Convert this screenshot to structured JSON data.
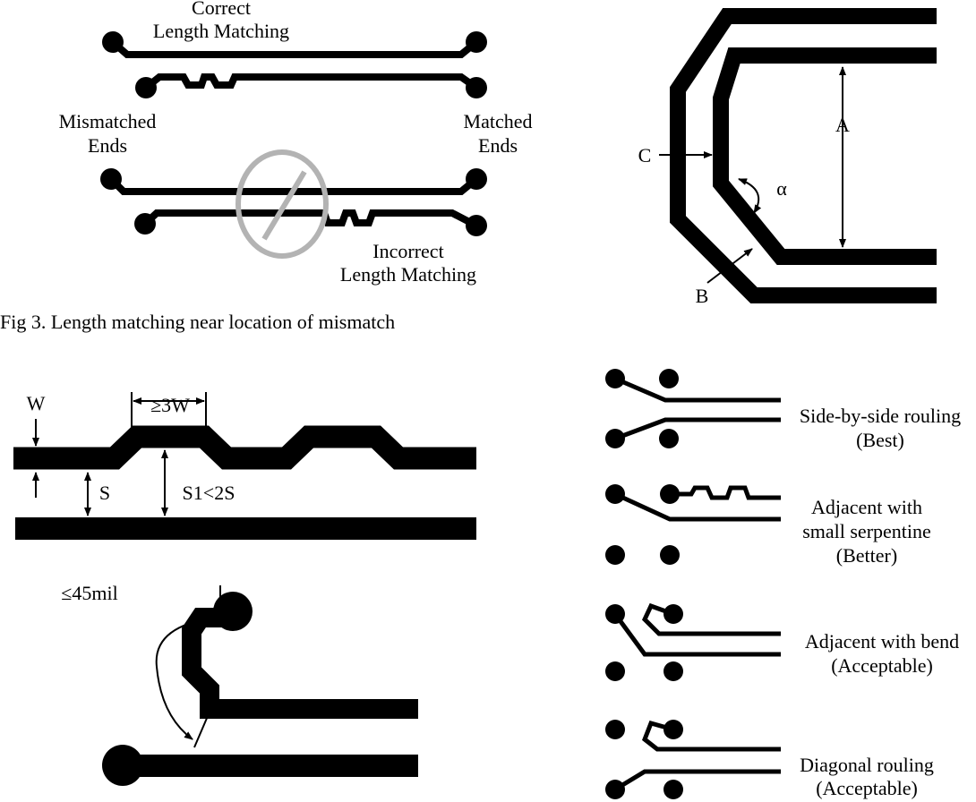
{
  "fig3": {
    "correct_line1": "Correct",
    "correct_line2": "Length Matching",
    "mismatched_line1": "Mismatched",
    "mismatched_line2": "Ends",
    "matched_line1": "Matched",
    "matched_line2": "Ends",
    "incorrect_line1": "Incorrect",
    "incorrect_line2": "Length Matching",
    "caption": "Fig 3. Length matching near location of mismatch",
    "prohibit_color": "#b3b3b3"
  },
  "bend": {
    "label_a": "A",
    "label_b": "B",
    "label_c": "C",
    "label_alpha": "α"
  },
  "serpentine": {
    "label_3w": "≥3W",
    "label_w": "W",
    "label_s": "S",
    "label_s1": "S1<2S"
  },
  "pad_bend": {
    "label_45mil": "≤45mil"
  },
  "routing": [
    {
      "lines": [
        "Side-by-side rouling",
        "(Best)"
      ]
    },
    {
      "lines": [
        "Adjacent with",
        "small serpentine",
        "(Better)"
      ]
    },
    {
      "lines": [
        "Adjacent with bend",
        "(Acceptable)"
      ]
    },
    {
      "lines": [
        "Diagonal rouling",
        "(Acceptable)"
      ]
    }
  ]
}
